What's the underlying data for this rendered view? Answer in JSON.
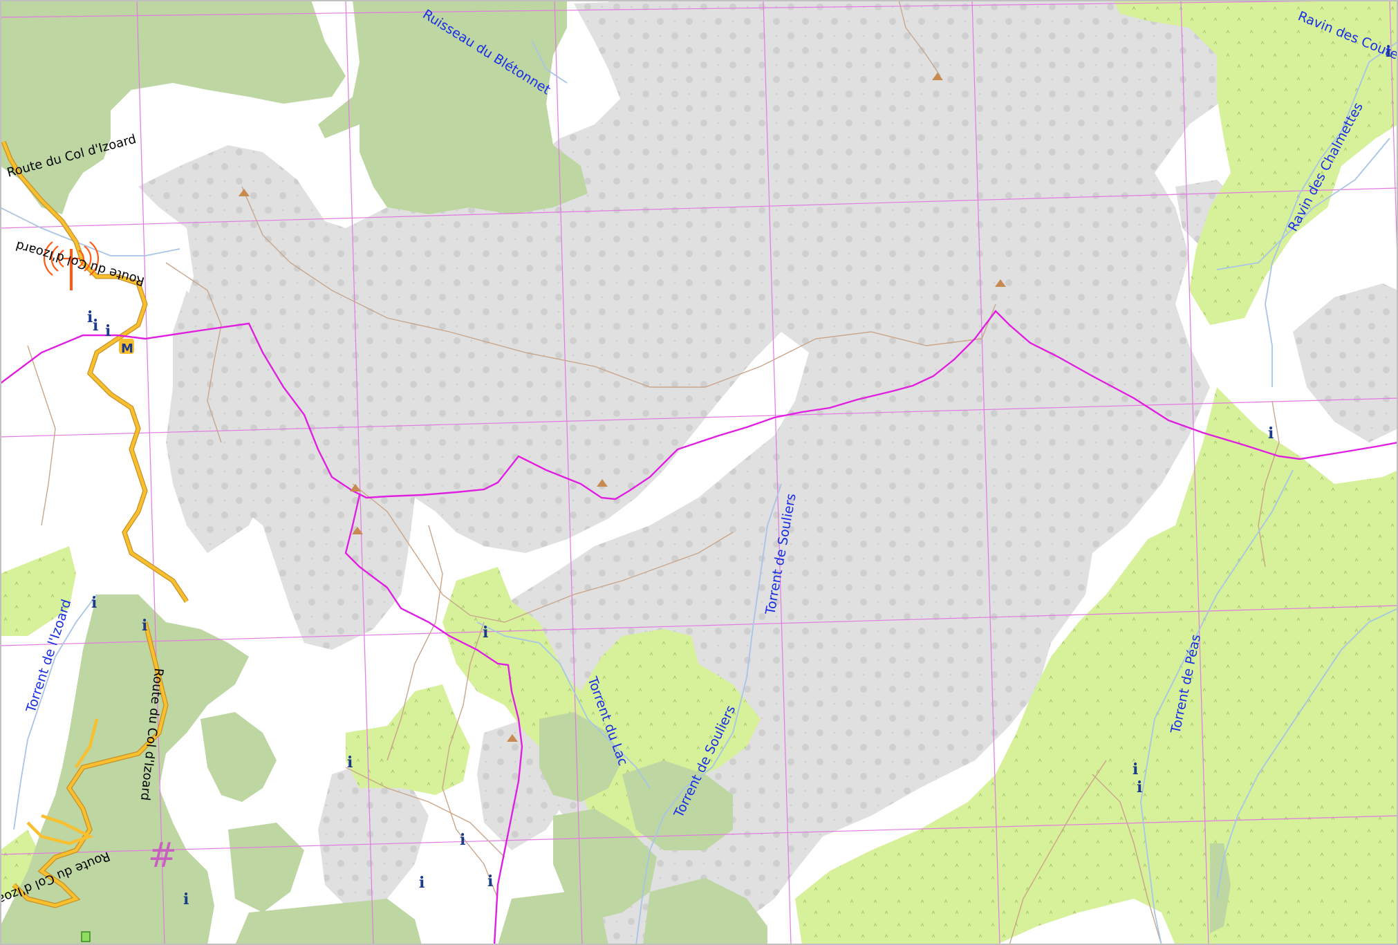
{
  "colors": {
    "background": "#ffffff",
    "forest": "#bdd6a2",
    "meadow": "#d7f09a",
    "rock": "#e0e0e0",
    "rock_dot": "#cfcfcf",
    "route": "#e020e0",
    "grid": "#e27ae2",
    "road": "#f8c030",
    "road_casing": "#c89020",
    "stream": "#a8c4e6",
    "path": "#c9a58a",
    "water_text": "#1a2ee6",
    "info": "#1a3a8a",
    "peak": "#c88a50",
    "antenna": "#ff5a14",
    "hash": "#c860c0"
  },
  "labels": {
    "ruisseau_bletonnet": "Ruisseau du Blétonnet",
    "ravin_couters": "Ravin des Couters",
    "ravin_chalmettes": "Ravin des Chalmettes",
    "torrent_souliers_upper": "Torrent de Souliers",
    "torrent_souliers_lower": "Torrent de Souliers",
    "torrent_lac": "Torrent du Lac",
    "torrent_peas": "Torrent de Péas",
    "torrent_izoard": "Torrent de l'Izoard",
    "route_col_izoard_1": "Route du Col d'Izoard",
    "route_izoard_2": "Route du Col d'Izoard",
    "route_col_izoard_3": "Route du Col d'Izoard",
    "route_col_izoard_4": "Route du Col d'Izoard"
  },
  "symbols": {
    "info_icon_glyph": "i",
    "metro_glyph": "M",
    "hash_glyph": "#"
  }
}
